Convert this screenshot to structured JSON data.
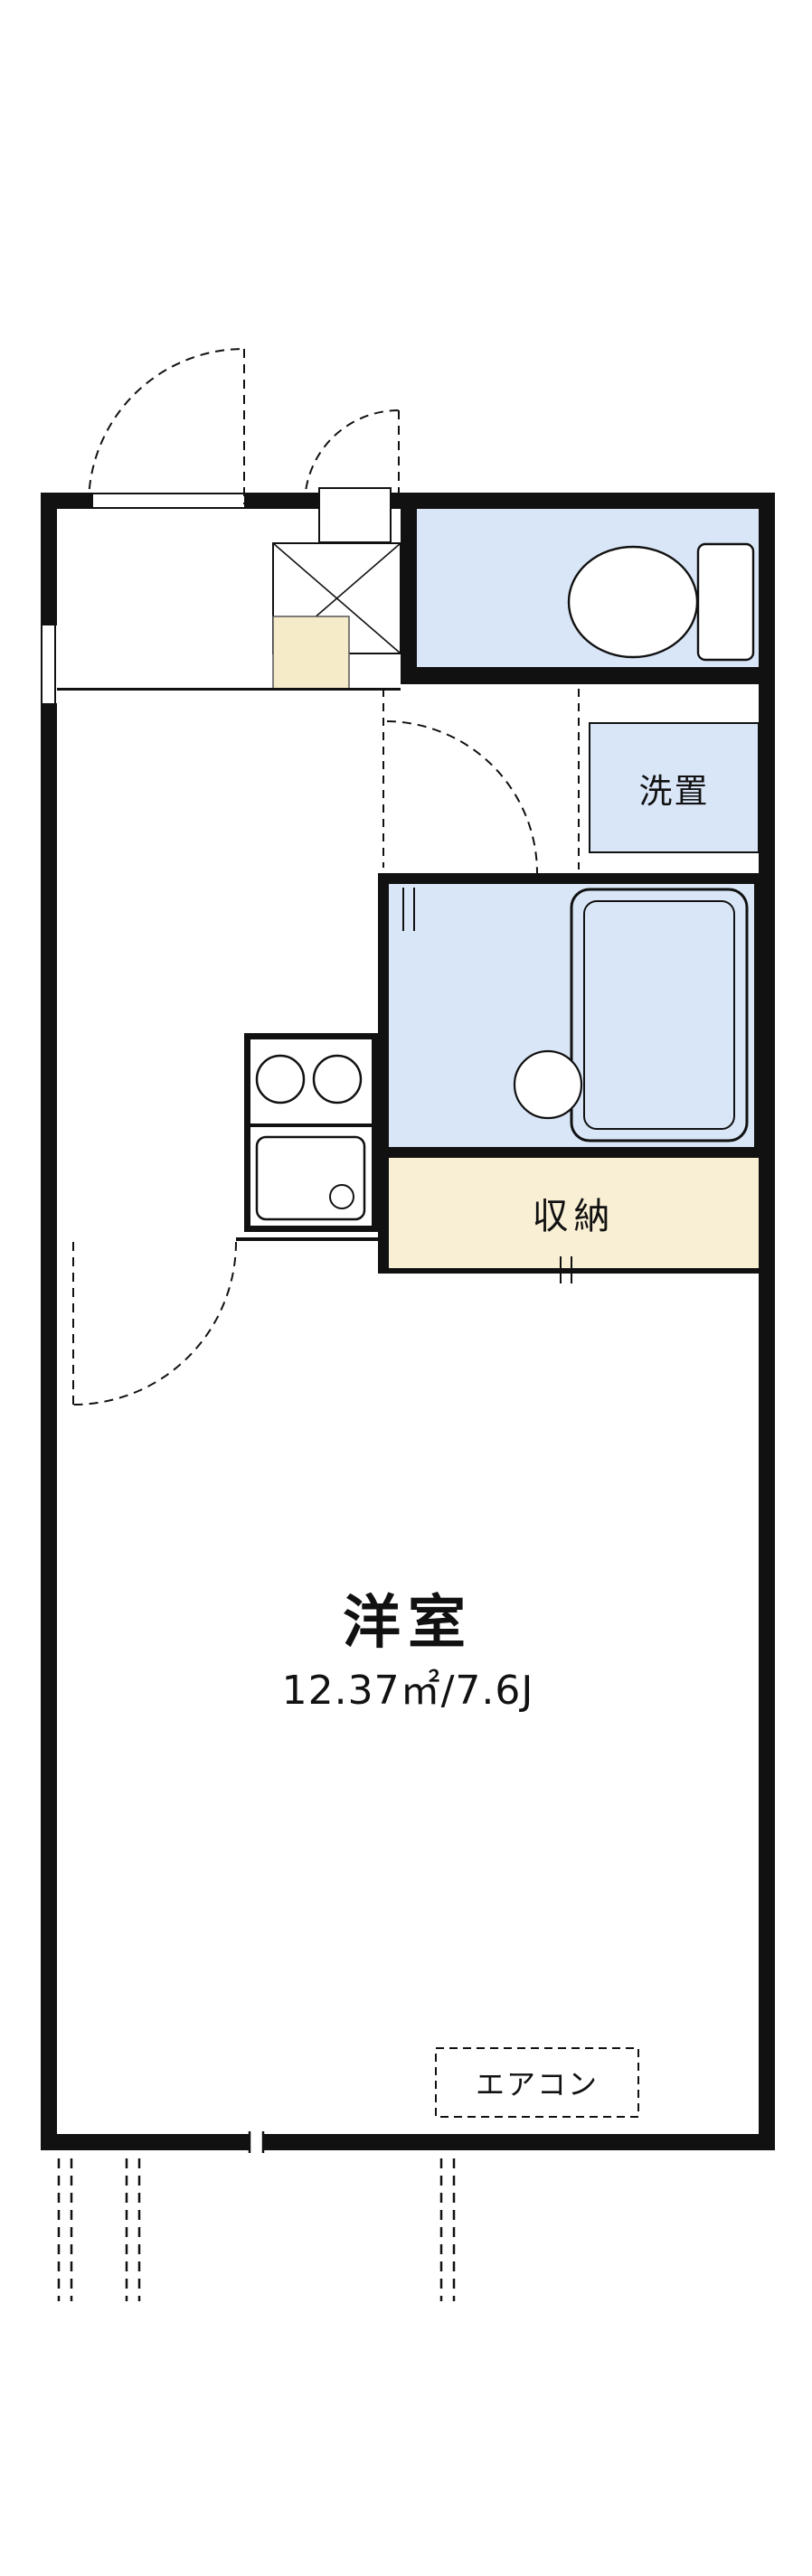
{
  "floor_plan": {
    "title": "apartment-floor-plan",
    "rooms": {
      "main_room": {
        "label": "洋室",
        "size": "12.37㎡/7.6J"
      },
      "closet": {
        "label": "収納"
      },
      "laundry": {
        "label": "洗置"
      },
      "aircon": {
        "label": "エアコン"
      }
    },
    "colors": {
      "wall": "#111111",
      "wet_area_floor": "#d9e6f7",
      "closet_floor": "#f8efd4",
      "entry_step": "#f5ebc8",
      "background": "#ffffff"
    }
  }
}
